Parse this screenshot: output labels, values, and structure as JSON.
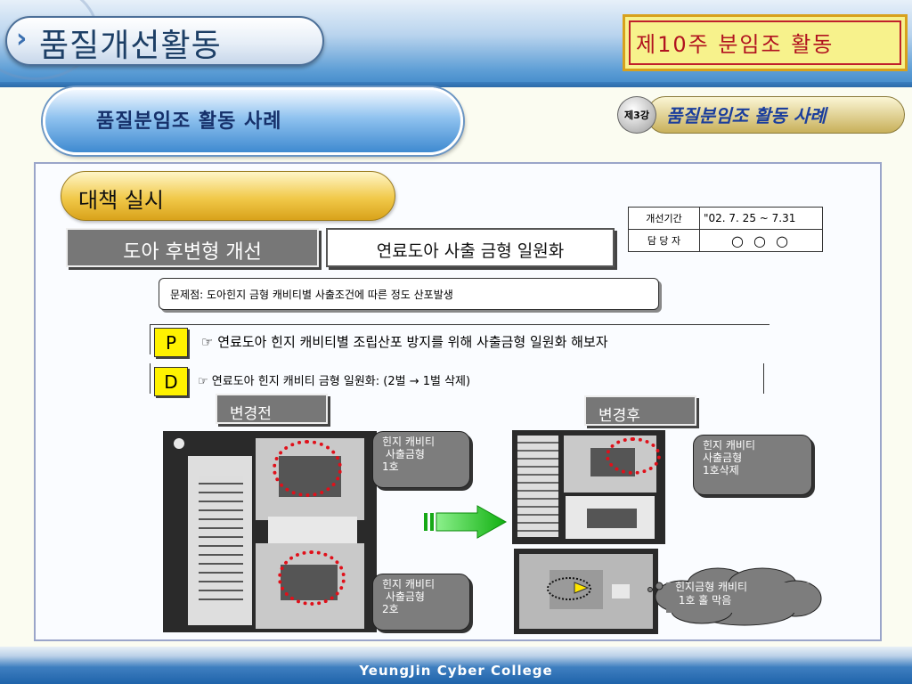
{
  "header": {
    "main_title": "품질개선활동",
    "week_title": "제10주  분임조  활동"
  },
  "subheader": {
    "title": "품질분임조 활동 사례",
    "lecture_badge": "제3강",
    "lecture_title": "품질분임조 활동 사례"
  },
  "section": {
    "title": "대책 실시"
  },
  "buttons": {
    "left": "도아 후변형 개선",
    "right": "연료도아 사출 금형 일원화"
  },
  "info_table": [
    {
      "key": "개선기간",
      "value": "\"02. 7. 25 ~ 7.31"
    },
    {
      "key": "담 당 자",
      "value": "○ ○ ○"
    }
  ],
  "problem": "문제점: 도아힌지 금형 캐비티별 사출조건에 따른 정도 산포발생",
  "plan": {
    "letter": "P",
    "text": "☞ 연료도아 힌지 캐비티별 조립산포 방지를 위해 사출금형 일원화 해보자"
  },
  "do": {
    "letter": "D",
    "text": "☞ 연료도아 힌지 캐비티 금형 일원화: (2벌 → 1벌 삭제)"
  },
  "before": {
    "label": "변경전",
    "callout1": "힌지 캐비티\n 사출금형\n1호",
    "callout2": "힌지 캐비티\n 사출금형\n2호"
  },
  "after": {
    "label": "변경후",
    "callout1": "힌지 캐비티\n사출금형\n1호삭제",
    "cloud": "힌지금형 캐비티\n 1호 홀 막음"
  },
  "footer": "YeungJin Cyber College",
  "colors": {
    "accent_red": "#e0101a",
    "arrow_green": "#1ec81e",
    "banner_blue": "#3f88c9",
    "badge_yellow": "#fff200"
  },
  "icons": [
    "chevron-right-icon",
    "hand-pointer-icon",
    "right-arrow-icon",
    "play-triangle-icon"
  ]
}
